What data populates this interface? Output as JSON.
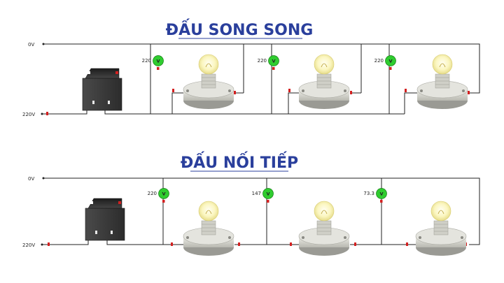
{
  "parallel": {
    "title": "ĐẤU SONG SONG",
    "label_0v": "0V",
    "label_220v": "220V",
    "voltmeters": [
      {
        "reading": "220",
        "glyph": "V"
      },
      {
        "reading": "220",
        "glyph": "V"
      },
      {
        "reading": "220",
        "glyph": "V"
      }
    ]
  },
  "series": {
    "title": "ĐẤU NỐI TIẾP",
    "label_0v": "0V",
    "label_220v": "220V",
    "voltmeters": [
      {
        "reading": "220",
        "glyph": "V"
      },
      {
        "reading": "147",
        "glyph": "V"
      },
      {
        "reading": "73.3",
        "glyph": "V"
      }
    ]
  },
  "colors": {
    "title": "#2a3f9c",
    "voltmeter": "#2fcc2f",
    "terminal": "#d32020",
    "bulb_glow": "#fbf7c4",
    "socket": "#d6d6ce",
    "switch_body": "#3a3a3a"
  },
  "icons": {
    "switch": "rocker-switch-icon",
    "bulb": "light-bulb-icon",
    "meter": "voltmeter-icon"
  }
}
